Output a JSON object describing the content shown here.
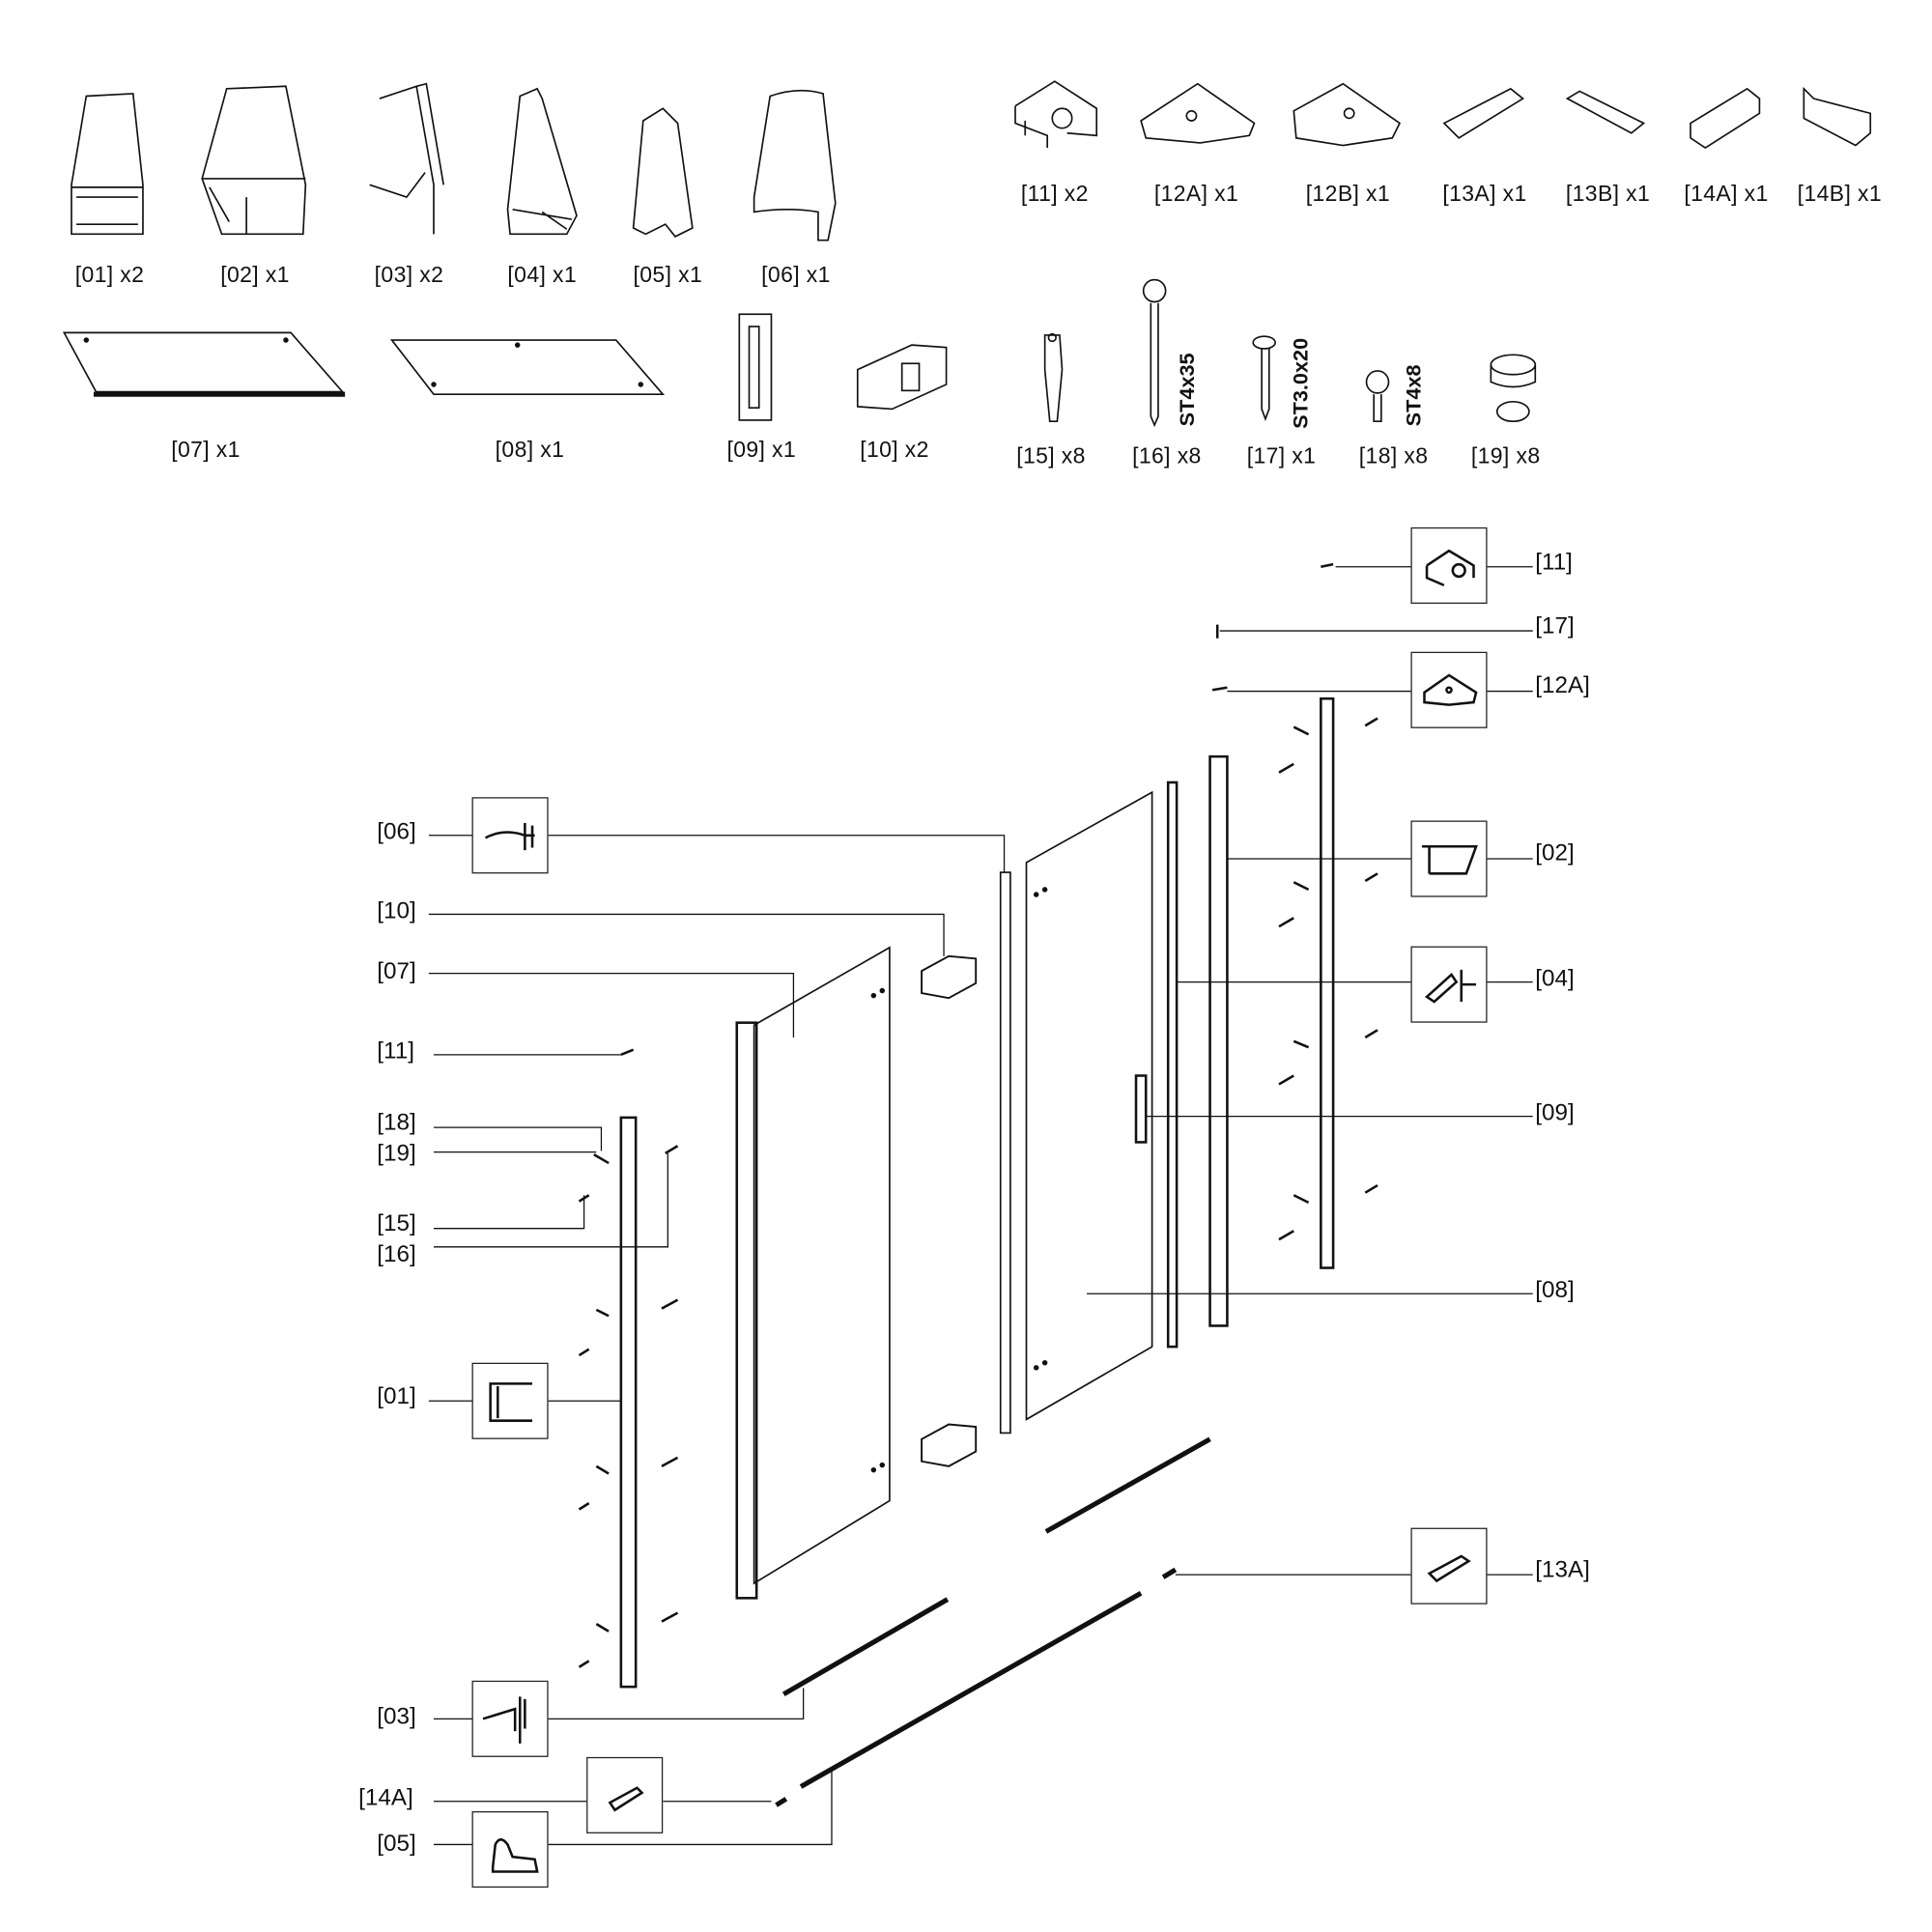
{
  "parts": [
    {
      "id": "[01]",
      "qty": "x2"
    },
    {
      "id": "[02]",
      "qty": "x1"
    },
    {
      "id": "[03]",
      "qty": "x2"
    },
    {
      "id": "[04]",
      "qty": "x1"
    },
    {
      "id": "[05]",
      "qty": "x1"
    },
    {
      "id": "[06]",
      "qty": "x1"
    },
    {
      "id": "[07]",
      "qty": "x1"
    },
    {
      "id": "[08]",
      "qty": "x1"
    },
    {
      "id": "[09]",
      "qty": "x1"
    },
    {
      "id": "[10]",
      "qty": "x2"
    },
    {
      "id": "[11]",
      "qty": "x2"
    },
    {
      "id": "[12A]",
      "qty": "x1"
    },
    {
      "id": "[12B]",
      "qty": "x1"
    },
    {
      "id": "[13A]",
      "qty": "x1"
    },
    {
      "id": "[13B]",
      "qty": "x1"
    },
    {
      "id": "[14A]",
      "qty": "x1"
    },
    {
      "id": "[14B]",
      "qty": "x1"
    },
    {
      "id": "[15]",
      "qty": "x8"
    },
    {
      "id": "[16]",
      "qty": "x8"
    },
    {
      "id": "[17]",
      "qty": "x1"
    },
    {
      "id": "[18]",
      "qty": "x8"
    },
    {
      "id": "[19]",
      "qty": "x8"
    }
  ],
  "part_labels": [
    "[01] x2",
    "[02] x1",
    "[03] x2",
    "[04] x1",
    "[05] x1",
    "[06] x1",
    "[07] x1",
    "[08] x1",
    "[09] x1",
    "[10] x2",
    "[11] x2",
    "[12A] x1",
    "[12B] x1",
    "[13A] x1",
    "[13B] x1",
    "[14A] x1",
    "[14B] x1",
    "[15] x8",
    "[16] x8",
    "[17] x1",
    "[18] x8",
    "[19] x8"
  ],
  "screw_specs": {
    "s16": "ST4x35",
    "s17": "ST3.0x20",
    "s18": "ST4x8"
  },
  "callouts_left": [
    "[06]",
    "[10]",
    "[07]",
    "[11]",
    "[18]",
    "[19]",
    "[15]",
    "[16]",
    "[01]",
    "[03]",
    "[14A]",
    "[05]"
  ],
  "callouts_right": [
    "[11]",
    "[17]",
    "[12A]",
    "[02]",
    "[04]",
    "[09]",
    "[08]",
    "[13A]"
  ]
}
